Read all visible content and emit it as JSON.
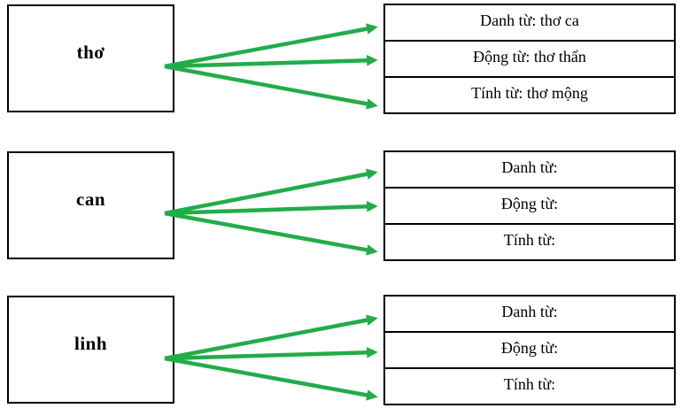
{
  "diagram": {
    "background_color": "#ffffff",
    "box_border_color": "#000000",
    "arrow_color": "#22ac4a",
    "groups": [
      {
        "word": "thơ",
        "rows": [
          {
            "label": "Danh từ: thơ ca"
          },
          {
            "label": "Động từ: thơ thẩn"
          },
          {
            "label": "Tính từ: thơ mộng"
          }
        ]
      },
      {
        "word": "can",
        "rows": [
          {
            "label": "Danh từ:"
          },
          {
            "label": "Động từ:"
          },
          {
            "label": "Tính từ:"
          }
        ]
      },
      {
        "word": "linh",
        "rows": [
          {
            "label": "Danh từ:"
          },
          {
            "label": "Động từ:"
          },
          {
            "label": "Tính từ:"
          }
        ]
      }
    ]
  }
}
